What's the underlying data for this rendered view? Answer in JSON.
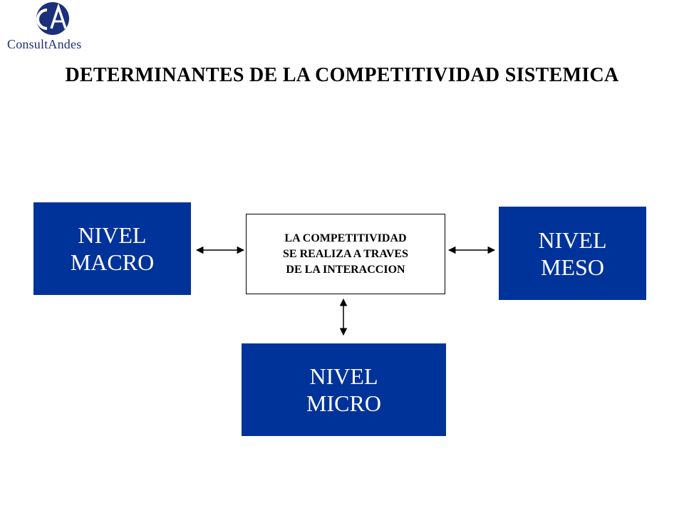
{
  "logo": {
    "monogram": "CA",
    "text": "ConsultAndes",
    "icon": "consultandes-logo-icon"
  },
  "title": "DETERMINANTES DE LA COMPETITIVIDAD SISTEMICA",
  "center": {
    "lines": [
      "LA COMPETITIVIDAD",
      "SE REALIZA A TRAVES",
      "DE LA INTERACCION"
    ]
  },
  "levels": {
    "macro": [
      "NIVEL",
      "MACRO"
    ],
    "meso": [
      "NIVEL",
      "MESO"
    ],
    "micro": [
      "NIVEL",
      "MICRO"
    ]
  },
  "colors": {
    "box": "#003399",
    "logo": "#1b2f7a"
  }
}
